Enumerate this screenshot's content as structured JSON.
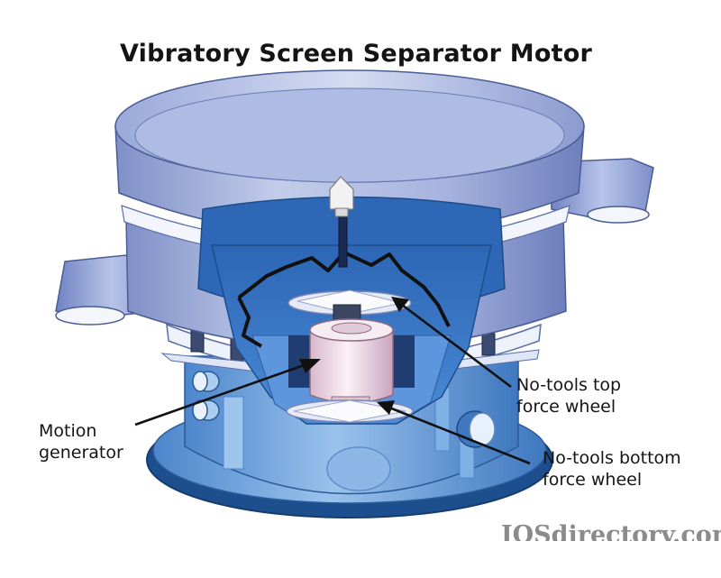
{
  "title": "Vibratory Screen Separator Motor",
  "labels": {
    "motion_generator": [
      "Motion",
      "generator"
    ],
    "top_force_wheel": [
      "No-tools top",
      "force wheel"
    ],
    "bottom_force_wheel": [
      "No-tools bottom",
      "force wheel"
    ]
  },
  "watermark": "IQSdirectory.com",
  "colors": {
    "steel_blue_light": "#c9d2ec",
    "steel_blue_mid": "#8f9fd2",
    "steel_blue_dark": "#5b6ea9",
    "inner_blue": "#2f6fbe",
    "base_blue": "#6ea3dc",
    "rotor_pink": "#f1dde8",
    "outline": "#1a1a1a"
  }
}
